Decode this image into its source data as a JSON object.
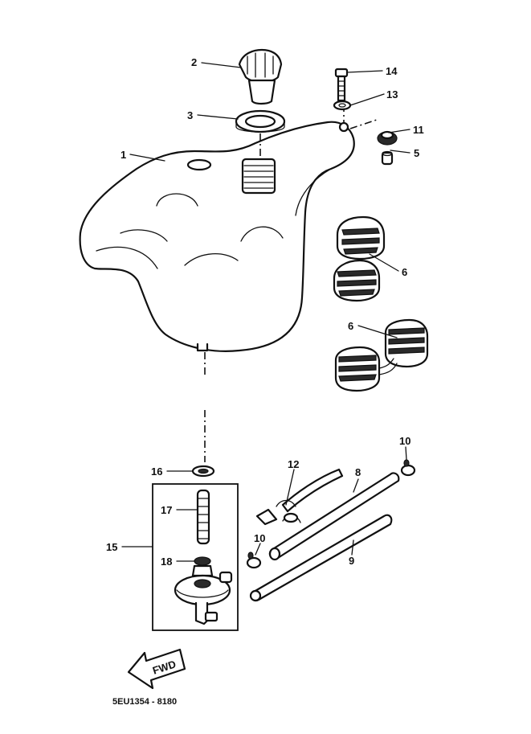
{
  "diagram": {
    "callouts": [
      "1",
      "2",
      "3",
      "5",
      "6",
      "6",
      "8",
      "9",
      "10",
      "10",
      "11",
      "12",
      "13",
      "14",
      "15",
      "16",
      "17",
      "18"
    ],
    "fwd_label": "FWD",
    "code": "5EU1354 - 8180"
  }
}
